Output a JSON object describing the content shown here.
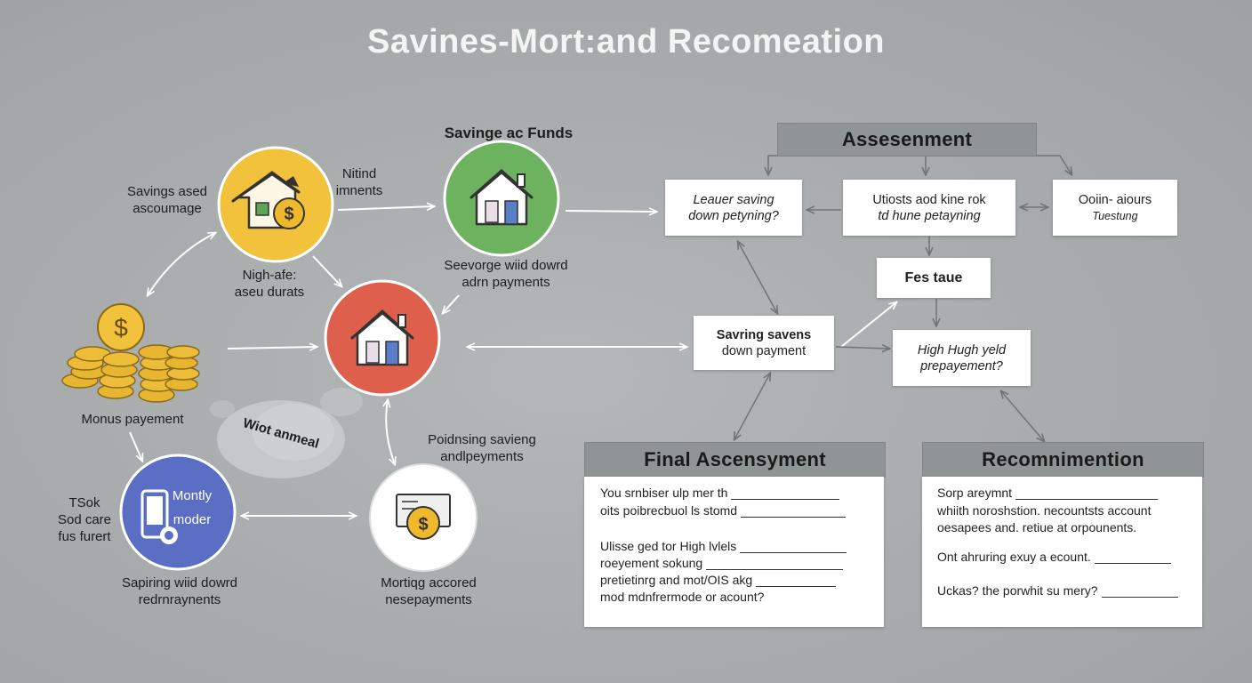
{
  "title": "Savines-Mort:and Recomeation",
  "left_labels": {
    "savings_assoc": [
      "Savings ased",
      "ascoumage"
    ],
    "nitind": [
      "Nitind",
      "imnents"
    ],
    "top_funds": "Savinge ac Funds",
    "severge": [
      "Seevorge wiid dowrd",
      "adrn payments"
    ],
    "high_rate": [
      "Nigh-afe:",
      "aseu durats"
    ],
    "monus": "Monus payement",
    "wiot": "Wiot anmeal",
    "tsok": [
      "TSok",
      "Sod care",
      "fus furert"
    ],
    "montly": [
      "Montly",
      "moder"
    ],
    "poidnsing": [
      "Poidnsing savieng",
      "andlpeyments"
    ],
    "sapiring": [
      "Sapiring wiid dowrd",
      "redrnraynents"
    ],
    "mortiag": [
      "Mortiqg accored",
      "nesepayments"
    ]
  },
  "assessment": {
    "header": "Assesenment",
    "box_left": [
      "Leauer saving",
      "down petyning?"
    ],
    "box_mid": [
      "Utiosts aod kine rok",
      "td hune petayning"
    ],
    "box_right": [
      "Ooiin- aiours",
      "Tuestung"
    ],
    "fee_box": "Fes taue",
    "saving_box": [
      "Savring savens",
      "down payment"
    ],
    "high_box": [
      "High Hugh yeld",
      "prepayement?"
    ]
  },
  "final": {
    "header": "Final Ascensyment",
    "lines": [
      "You srnbiser ulp mer th",
      "oits poibrecbuol ls stomd",
      "Ulisse ged tor High lvlels",
      "roeyement sokung",
      "pretietinrg and mot/OIS akg",
      "mod mdnfrermode or acount?"
    ]
  },
  "recommendation": {
    "header": "Recomnimention",
    "lines": [
      "Sorp areymnt",
      "whiith noroshstion. necountsts account",
      "oesapees and. retiue at orpounents.",
      "Ont ahruring exuy a ecount.",
      "Uckas? the porwhit su mery?"
    ]
  },
  "colors": {
    "yellow_node": "#f2c23c",
    "green_node": "#6db25f",
    "red_node": "#df5f4d",
    "blue_node": "#5a6fc4",
    "white_node": "#ffffff",
    "header_bg": "#8f9494",
    "background": "#a7abab"
  },
  "icons": {
    "yellow_node": "house-coin-icon",
    "green_node": "house-icon",
    "red_node": "house-icon",
    "blue_node": "phone-coin-icon",
    "white_node": "bill-coin-icon",
    "coins": "coin-stack-icon"
  }
}
